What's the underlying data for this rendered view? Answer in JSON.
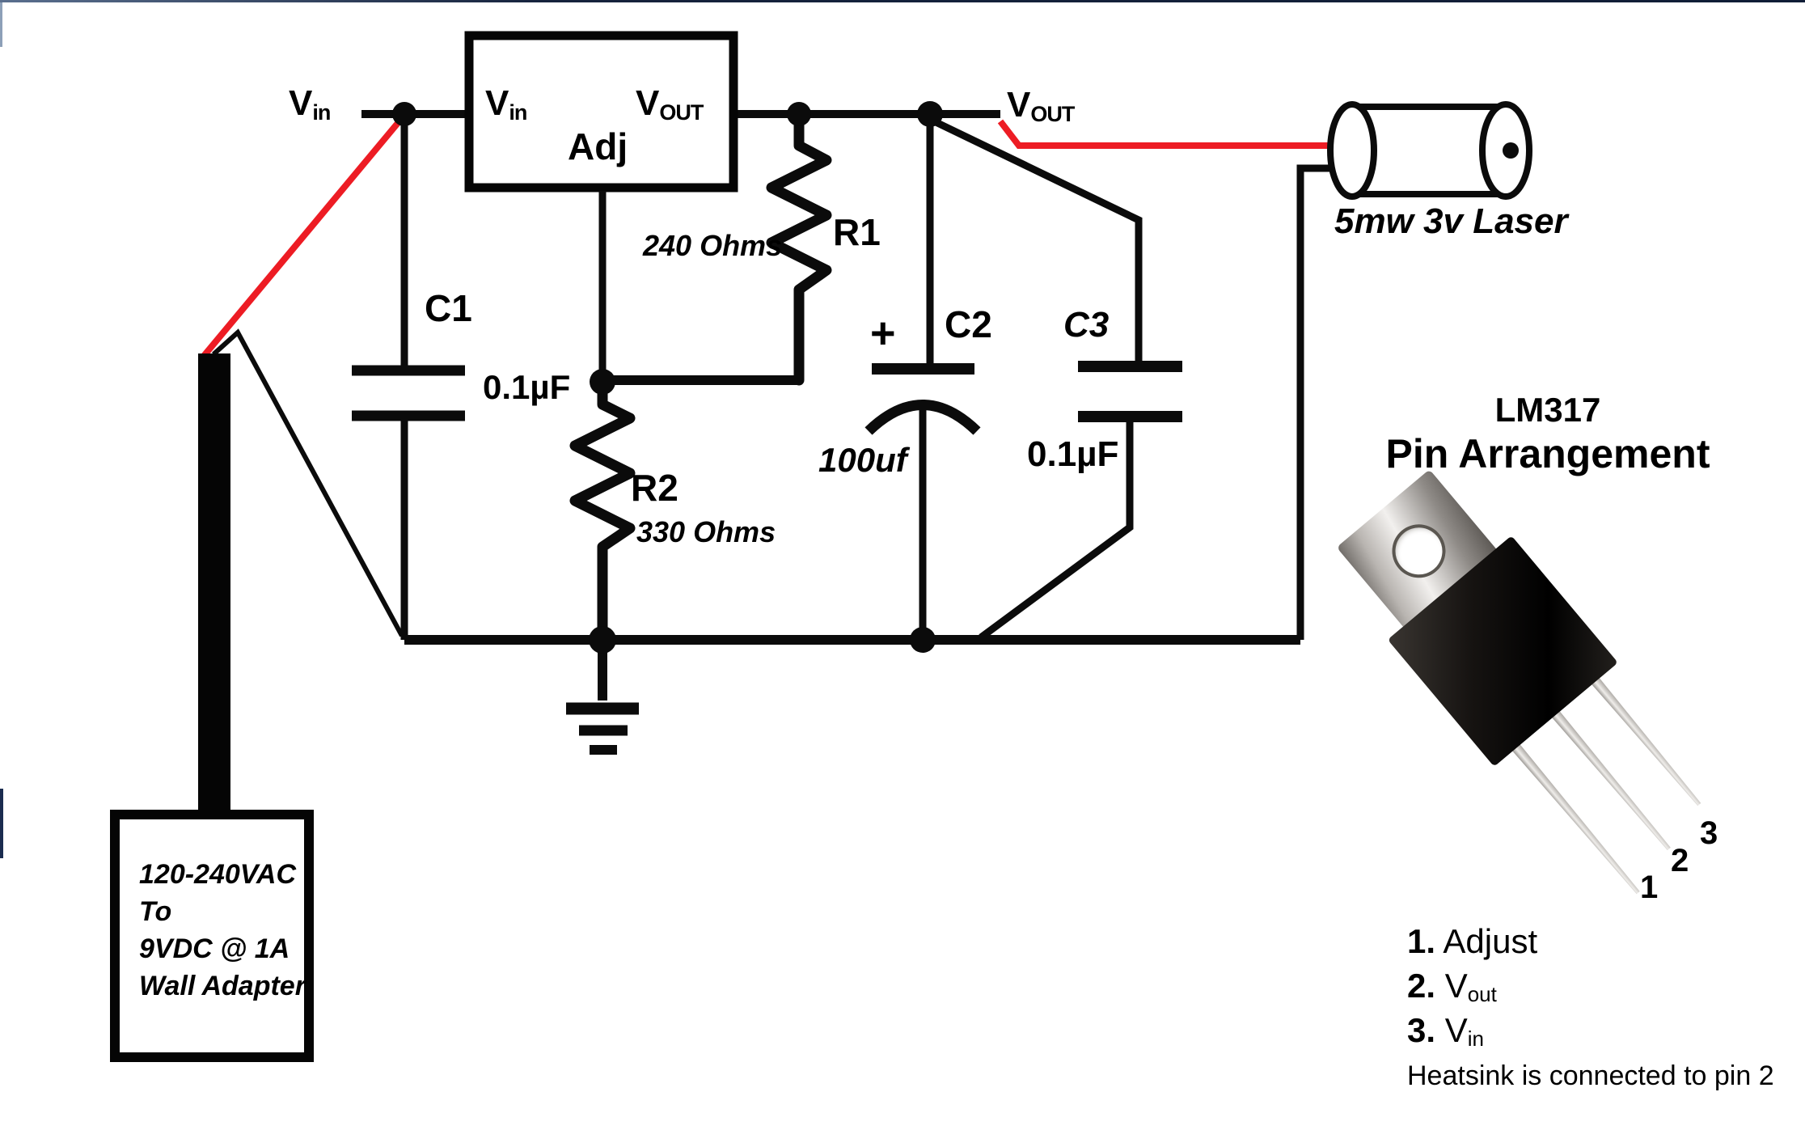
{
  "colors": {
    "wire": "#0b0b0b",
    "accent_red": "#ed1c24",
    "background": "#ffffff"
  },
  "labels": {
    "input": {
      "main": "V",
      "sub": "in"
    },
    "regulator": {
      "vin": {
        "main": "V",
        "sub": "in"
      },
      "vout": {
        "main": "V",
        "sub": "OUT"
      },
      "adj": "Adj"
    },
    "output": {
      "main": "V",
      "sub": "OUT"
    },
    "components": {
      "c1": {
        "name": "C1",
        "value": "0.1µF"
      },
      "r1": {
        "name": "R1",
        "value": "240 Ohms"
      },
      "r2": {
        "name": "R2",
        "value": "330 Ohms"
      },
      "c2": {
        "name": "C2",
        "value": "100uf",
        "polarity": "+"
      },
      "c3": {
        "name": "C3",
        "value": "0.1µF"
      },
      "laser": {
        "caption": "5mw 3v Laser"
      }
    },
    "adapter": {
      "lines": [
        "120-240VAC",
        "To",
        "9VDC @ 1A",
        "Wall Adapter"
      ]
    },
    "pinout": {
      "title_line1": "LM317",
      "title_line2": "Pin Arrangement",
      "pin_numbers": [
        "1",
        "2",
        "3"
      ],
      "pins": [
        {
          "num": "1.",
          "label": " Adjust",
          "sub": ""
        },
        {
          "num": "2.",
          "label": " V",
          "sub": "out"
        },
        {
          "num": "3.",
          "label": " V",
          "sub": "in"
        }
      ],
      "note": "Heatsink is connected to pin 2"
    }
  }
}
